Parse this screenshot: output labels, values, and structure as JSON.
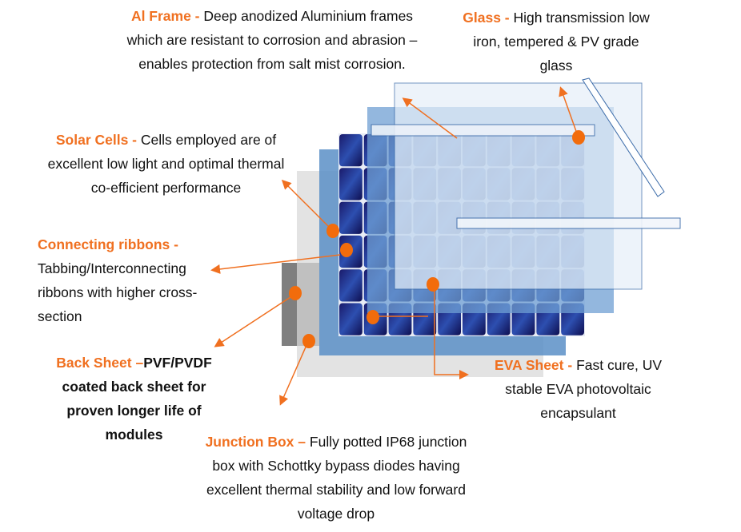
{
  "labels": {
    "al_frame": {
      "title": "Al Frame -",
      "text": "Deep anodized Aluminium frames which are resistant to corrosion and abrasion – enables protection from salt mist corrosion."
    },
    "glass": {
      "title": "Glass -",
      "text": "High transmission low iron, tempered & PV grade glass"
    },
    "solar_cells": {
      "title": "Solar Cells -",
      "text": "Cells employed are of excellent low light and optimal thermal co-efficient performance"
    },
    "ribbons": {
      "title": "Connecting ribbons -",
      "text": "Tabbing/Interconnecting ribbons with higher cross-section"
    },
    "back_sheet": {
      "title": "Back Sheet –",
      "text": "PVF/PVDF coated back sheet for proven longer life of modules"
    },
    "eva": {
      "title": "EVA Sheet -",
      "text": "Fast cure, UV stable EVA photovoltaic encapsulant"
    },
    "junction": {
      "title": "Junction Box –",
      "text": "Fully potted IP68 junction box with Schottky bypass diodes having excellent thermal stability and low forward voltage drop"
    }
  },
  "colors": {
    "accent": "#f07020",
    "glass": "#dce8f6",
    "eva": "#5b8fc7",
    "cells": "#1c2a7a",
    "backsheet": "#d9d9d9",
    "junction": "#7f7f7f"
  }
}
